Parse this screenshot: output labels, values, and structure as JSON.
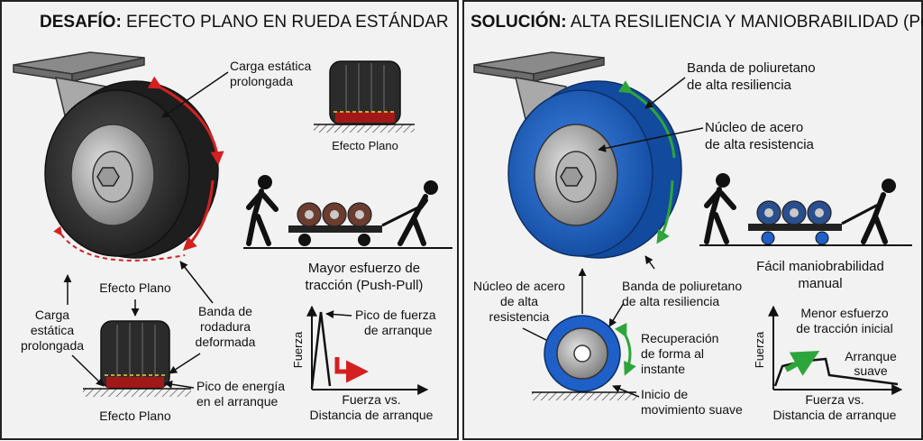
{
  "left": {
    "title_bold": "DESAFÍO:",
    "title_rest": " EFECTO PLANO EN RUEDA ESTÁNDAR",
    "carga_top": [
      "Carga estática",
      "prolongada"
    ],
    "efecto_plano_small": "Efecto Plano",
    "efecto_plano_mid": "Efecto Plano",
    "carga_bottom": [
      "Carga",
      "estática",
      "prolongada"
    ],
    "banda_label": [
      "Banda de",
      "rodadura",
      "deformada"
    ],
    "pico_energia": [
      "Pico de energía",
      "en el arranque"
    ],
    "efecto_plano_bottom": "Efecto Plano",
    "mayor_esfuerzo": [
      "Mayor esfuerzo de",
      "tracción (Push-Pull)"
    ],
    "pico_fuerza": [
      "Pico de fuerza",
      "de arranque"
    ],
    "chart_ylabel": "Fuerza",
    "chart_xlabel": [
      "Fuerza vs.",
      "Distancia de arranque"
    ]
  },
  "right": {
    "title_bold": "SOLUCIÓN:",
    "title_rest": " ALTA RESILIENCIA Y MANIOBRABILIDAD (Poliuretano)",
    "banda_top": [
      "Banda de poliuretano",
      "de alta resiliencia"
    ],
    "nucleo_top": [
      "Núcleo de acero",
      "de alta resistencia"
    ],
    "facil": [
      "Fácil maniobrabilidad",
      "manual"
    ],
    "nucleo_left": [
      "Núcleo de acero",
      "de alta",
      "resistencia"
    ],
    "banda_mid": [
      "Banda de poliuretano",
      "de alta resiliencia"
    ],
    "recuperacion": [
      "Recuperación",
      "de forma al",
      "instante"
    ],
    "inicio": [
      "Inicio de",
      "movimiento suave"
    ],
    "menor_esfuerzo": [
      "Menor esfuerzo",
      "de tracción inicial"
    ],
    "arranque_suave": [
      "Arranque",
      "suave"
    ],
    "chart_ylabel": "Fuerza",
    "chart_xlabel": [
      "Fuerza vs.",
      "Distancia de arranque"
    ]
  },
  "colors": {
    "red": "#d42020",
    "green": "#2da53a",
    "blue": "#1f5fc8",
    "rubber": "#2b2b2b",
    "steel": "#9a9a9a"
  }
}
